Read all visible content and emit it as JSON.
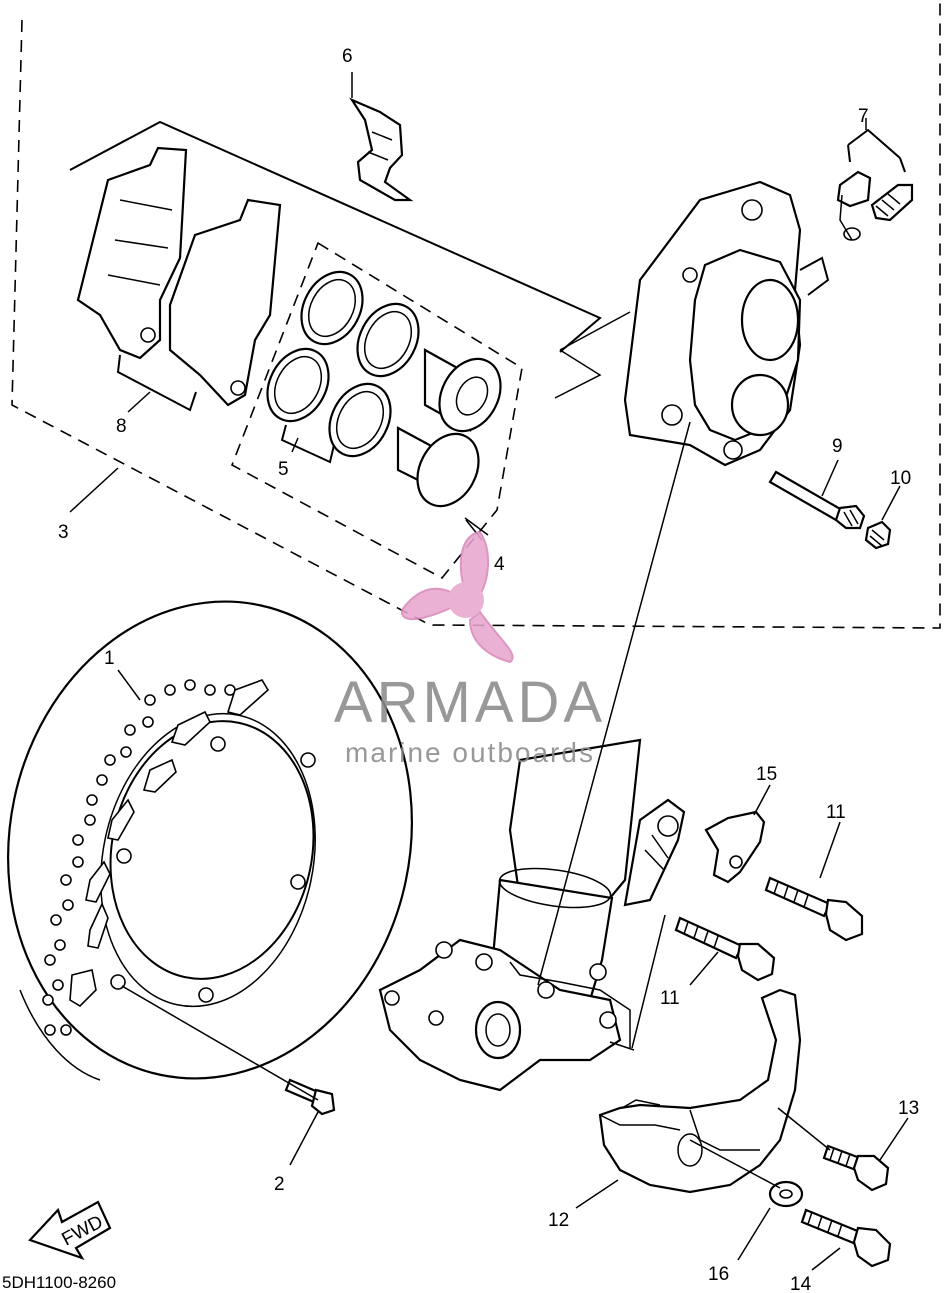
{
  "diagram": {
    "code": "5DH1100-8260",
    "fwd_label": "FWD",
    "callouts": [
      {
        "id": "c1",
        "text": "1"
      },
      {
        "id": "c2",
        "text": "2"
      },
      {
        "id": "c3",
        "text": "3"
      },
      {
        "id": "c4",
        "text": "4"
      },
      {
        "id": "c5",
        "text": "5"
      },
      {
        "id": "c6",
        "text": "6"
      },
      {
        "id": "c7",
        "text": "7"
      },
      {
        "id": "c8",
        "text": "8"
      },
      {
        "id": "c9",
        "text": "9"
      },
      {
        "id": "c10",
        "text": "10"
      },
      {
        "id": "c11a",
        "text": "11"
      },
      {
        "id": "c11b",
        "text": "11"
      },
      {
        "id": "c12",
        "text": "12"
      },
      {
        "id": "c13",
        "text": "13"
      },
      {
        "id": "c14",
        "text": "14"
      },
      {
        "id": "c15",
        "text": "15"
      },
      {
        "id": "c16",
        "text": "16"
      }
    ]
  },
  "watermark": {
    "brand": "ARMADA",
    "tagline": "marine outboards",
    "color_mark": "#e9a7cf",
    "color_text": "#8a8a8a",
    "icon": "propeller-logo-icon"
  }
}
